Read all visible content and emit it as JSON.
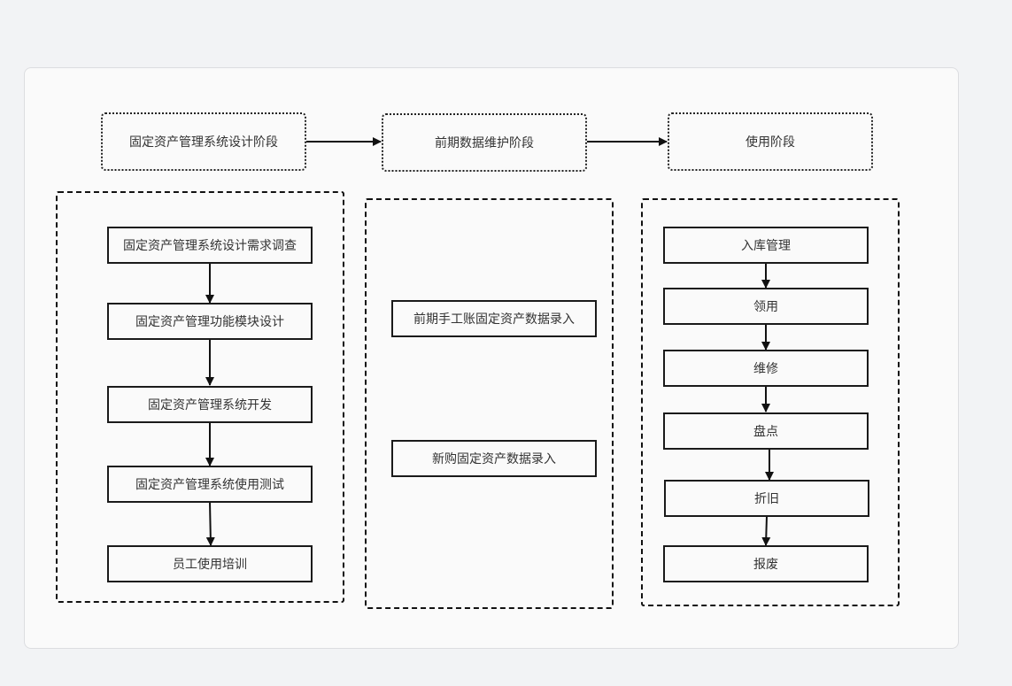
{
  "phases": {
    "design": "固定资产管理系统设计阶段",
    "maintenance": "前期数据维护阶段",
    "usage": "使用阶段"
  },
  "design_steps": [
    "固定资产管理系统设计需求调查",
    "固定资产管理功能模块设计",
    "固定资产管理系统开发",
    "固定资产管理系统使用测试",
    "员工使用培训"
  ],
  "maintenance_steps": [
    "前期手工账固定资产数据录入",
    "新购固定资产数据录入"
  ],
  "usage_steps": [
    "入库管理",
    "领用",
    "维修",
    "盘点",
    "折旧",
    "报废"
  ],
  "colors": {
    "stroke": "#1a1a1a",
    "text": "#333333",
    "page_background": "#f2f3f5",
    "canvas_background": "#fafafa"
  }
}
